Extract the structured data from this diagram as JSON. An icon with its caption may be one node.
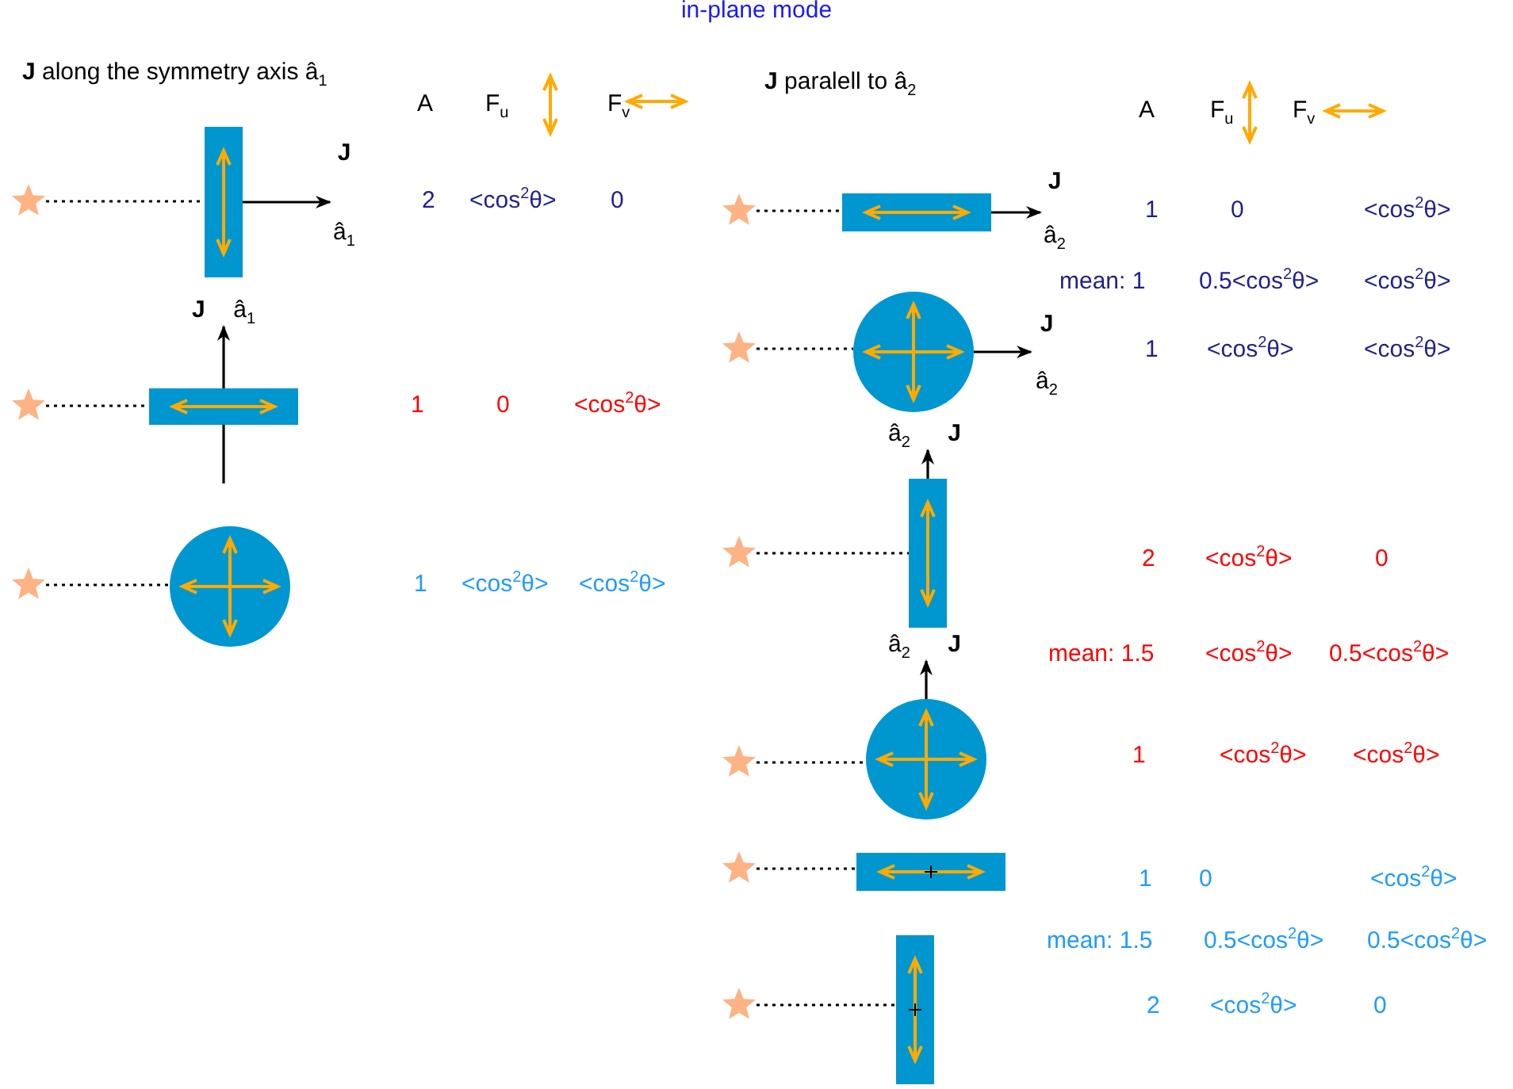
{
  "diagram": {
    "title": "in-plane mode",
    "nodes": [
      {
        "text": [],
        "shape": "star"
      },
      {
        "text": [],
        "shape": "box"
      },
      {
        "text": [],
        "shape": "star"
      },
      {
        "text": [],
        "shape": "box"
      },
      {
        "text": [],
        "shape": "star"
      },
      {
        "text": [],
        "shape": "circle"
      },
      {
        "text": [],
        "shape": "star"
      },
      {
        "text": [],
        "shape": "box"
      },
      {
        "text": [],
        "shape": "star"
      },
      {
        "text": [],
        "shape": "circle"
      },
      {
        "text": [],
        "shape": "star"
      },
      {
        "text": [],
        "shape": "box"
      },
      {
        "text": [],
        "shape": "star"
      },
      {
        "text": [],
        "shape": "circle"
      },
      {
        "text": [],
        "shape": "star"
      },
      {
        "text": [],
        "shape": "box"
      },
      {
        "text": [],
        "shape": "star"
      },
      {
        "text": [],
        "shape": "box"
      },
      {
        "text": [
          "J",
          "â$_{1}$"
        ]
      },
      {
        "text": [
          "J",
          "â$_{1}$"
        ]
      },
      {
        "text": [
          "J",
          "â$_{2}$"
        ]
      },
      {
        "text": [
          "J",
          "â$_{2}$"
        ]
      },
      {
        "text": [
          "â$_{2}$",
          "J"
        ]
      },
      {
        "text": [
          "â$_{2}$",
          "J"
        ]
      }
    ],
    "edges": [
      {
        "from": 0,
        "to": 1,
        "arrow": "none",
        "style": "dashed"
      },
      {
        "from": 2,
        "to": 3,
        "arrow": "none",
        "style": "dashed"
      },
      {
        "from": 4,
        "to": 5,
        "arrow": "none",
        "style": "dashed"
      },
      {
        "from": 6,
        "to": 7,
        "arrow": "none",
        "style": "dashed"
      },
      {
        "from": 8,
        "to": 9,
        "arrow": "none",
        "style": "dashed"
      },
      {
        "from": 10,
        "to": 11,
        "arrow": "none",
        "style": "dashed"
      },
      {
        "from": 12,
        "to": 13,
        "arrow": "none",
        "style": "dashed"
      },
      {
        "from": 14,
        "to": 15,
        "arrow": "none",
        "style": "dashed"
      },
      {
        "from": 16,
        "to": 17,
        "arrow": "none",
        "style": "dashed"
      },
      {
        "from": 1,
        "to": 18,
        "arrow": "to"
      },
      {
        "from": 3,
        "to": 19,
        "arrow": "to"
      },
      {
        "from": 7,
        "to": 20,
        "arrow": "to"
      },
      {
        "from": 9,
        "to": 21,
        "arrow": "to"
      },
      {
        "from": 11,
        "to": 22,
        "arrow": "to"
      },
      {
        "from": 13,
        "to": 23,
        "arrow": "to"
      }
    ],
    "labels": [
      "**J** along the symmetry axis â$_{1}$",
      "A",
      "F$_{u}$",
      "F$_{v}$",
      "**J** paralell to â$_{2}$",
      "A",
      "F$_{u}$",
      "F$_{v}$",
      "2",
      "<cos$^{2}$θ>",
      "0",
      "1",
      "0",
      "<cos$^{2}$θ>",
      "1",
      "<cos$^{2}$θ>",
      "<cos$^{2}$θ>",
      "1",
      "0",
      "<cos$^{2}$θ>",
      "mean: 1",
      "0.5<cos$^{2}$θ>",
      "<cos$^{2}$θ>",
      "1",
      "<cos$^{2}$θ>",
      "<cos$^{2}$θ>",
      "2",
      "<cos$^{2}$θ>",
      "0",
      "mean: 1.5",
      "<cos$^{2}$θ>",
      "0.5<cos$^{2}$θ>",
      "1",
      "<cos$^{2}$θ>",
      "<cos$^{2}$θ>",
      "1",
      "0",
      "<cos$^{2}$θ>",
      "mean: 1.5",
      "0.5<cos$^{2}$θ>",
      "0.5<cos$^{2}$θ>",
      "2",
      "<cos$^{2}$θ>",
      "0"
    ]
  }
}
